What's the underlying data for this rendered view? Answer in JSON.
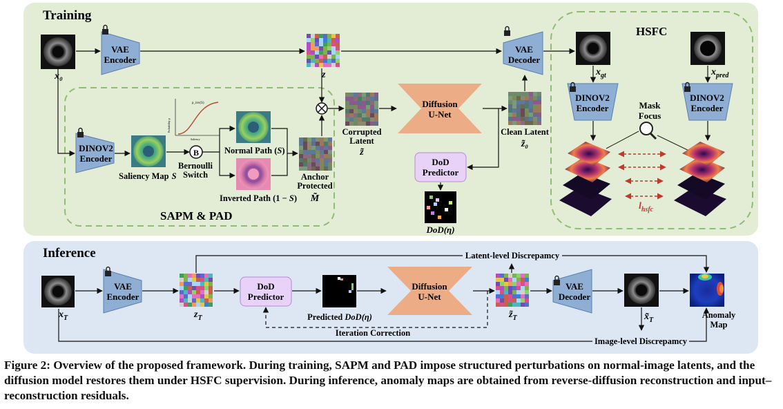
{
  "training": {
    "title": "Training",
    "inputs": {
      "x0": "x₀",
      "xgt": "x",
      "xgt_sub": "gt",
      "xpred": "x",
      "xpred_sub": "pred"
    },
    "vae_encoder": [
      "VAE",
      "Encoder"
    ],
    "vae_decoder": [
      "VAE",
      "Decoder"
    ],
    "dinov2_encoder": [
      "DINOV2",
      "Encoder"
    ],
    "z_label": "z",
    "saliency_label": "Saliency Map",
    "saliency_var": "S",
    "bernoulli_symbol": "B",
    "bernoulli_label": [
      "Bernoulli",
      "Switch"
    ],
    "normal_path": "Normal Path (",
    "normal_path_var": "S",
    "normal_path_close": ")",
    "inverted_path": "Inverted Path (1 − ",
    "inverted_path_var": "S",
    "inverted_path_close": ")",
    "anchor_protected": [
      "Anchor",
      "Protected"
    ],
    "anchor_var": "M̃",
    "corrupted_latent": [
      "Corrupted",
      "Latent"
    ],
    "corrupted_var": "z̃",
    "diffusion_unet": [
      "Diffusion",
      "U-Net"
    ],
    "clean_latent": "Clean Latent",
    "clean_var": "z̃₀",
    "dod_predictor": [
      "DoD",
      "Predictor"
    ],
    "dod_output": "DoD(η)",
    "sapm_pad": "SAPM & PAD",
    "hsfc": "HSFC",
    "mask_focus": [
      "Mask",
      "Focus"
    ],
    "lhsfc": "l",
    "lhsfc_sub": "hsfc",
    "mini_plot": {
      "ylabel": "Probability p",
      "xlabel": "Saliency",
      "legend": "p_inv(S)"
    }
  },
  "inference": {
    "title": "Inference",
    "input_var": "x",
    "input_sub": "T",
    "vae_encoder": [
      "VAE",
      "Encoder"
    ],
    "zT": "z",
    "zT_sub": "T",
    "dod_predictor": [
      "DoD",
      "Predictor"
    ],
    "predicted_dod": "Predicted ",
    "predicted_dod_var": "DoD(η)",
    "diffusion_unet": [
      "Diffusion",
      "U-Net"
    ],
    "zT_tilde": "z̃",
    "zT_tilde_sub": "T",
    "vae_decoder": [
      "VAE",
      "Decoder"
    ],
    "xT_tilde": "x̃",
    "xT_tilde_sub": "T",
    "anomaly_map": [
      "Anomaly",
      "Map"
    ],
    "latent_discrepancy": "Latent-level Discrepamcy",
    "image_discrepancy": "Image-level Discrepamcy",
    "iteration_correction": "Iteration Correction"
  },
  "caption": "Figure 2: Overview of the proposed framework. During training, SAPM and PAD impose structured perturbations on normal-image latents, and the diffusion model restores them under HSFC supervision. During inference, anomaly maps are obtained from reverse-diffusion reconstruction and input–reconstruction residuals.",
  "colors": {
    "training_bg": "#e3edd6",
    "inference_bg": "#dde7f3",
    "encoder": "#8eaed3",
    "unet": "#ecad86",
    "dod": "#e9d2f7",
    "dashed_green": "#8fbe72",
    "dashed_red": "#c0392b"
  }
}
